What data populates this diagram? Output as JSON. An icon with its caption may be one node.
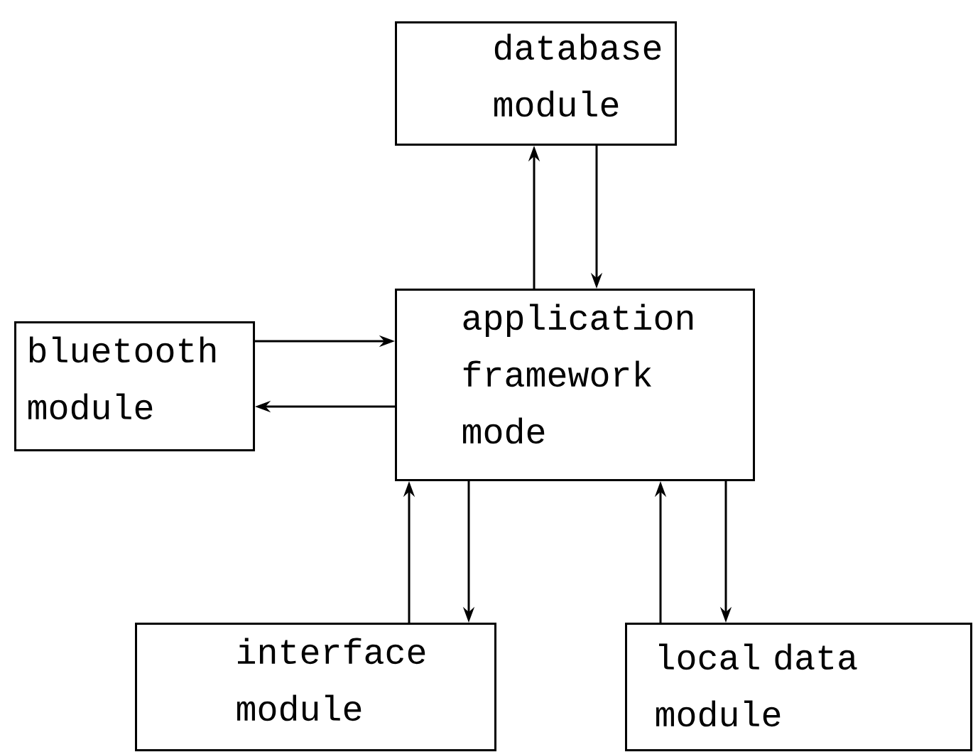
{
  "diagram": {
    "nodes": [
      {
        "text": [
          "database module"
        ]
      },
      {
        "text": [
          "application framework mode"
        ]
      },
      {
        "text": [
          "bluetooth module"
        ]
      },
      {
        "text": [
          "interface module"
        ]
      },
      {
        "text": [
          "local data module"
        ]
      }
    ],
    "edges": [
      {
        "from": 1,
        "to": 0,
        "arrow": "to"
      },
      {
        "from": 0,
        "to": 1,
        "arrow": "to"
      },
      {
        "from": 2,
        "to": 1,
        "arrow": "to"
      },
      {
        "from": 1,
        "to": 2,
        "arrow": "to"
      },
      {
        "from": 3,
        "to": 1,
        "arrow": "to"
      },
      {
        "from": 1,
        "to": 3,
        "arrow": "to"
      },
      {
        "from": 4,
        "to": 1,
        "arrow": "to"
      },
      {
        "from": 1,
        "to": 4,
        "arrow": "to"
      }
    ]
  }
}
